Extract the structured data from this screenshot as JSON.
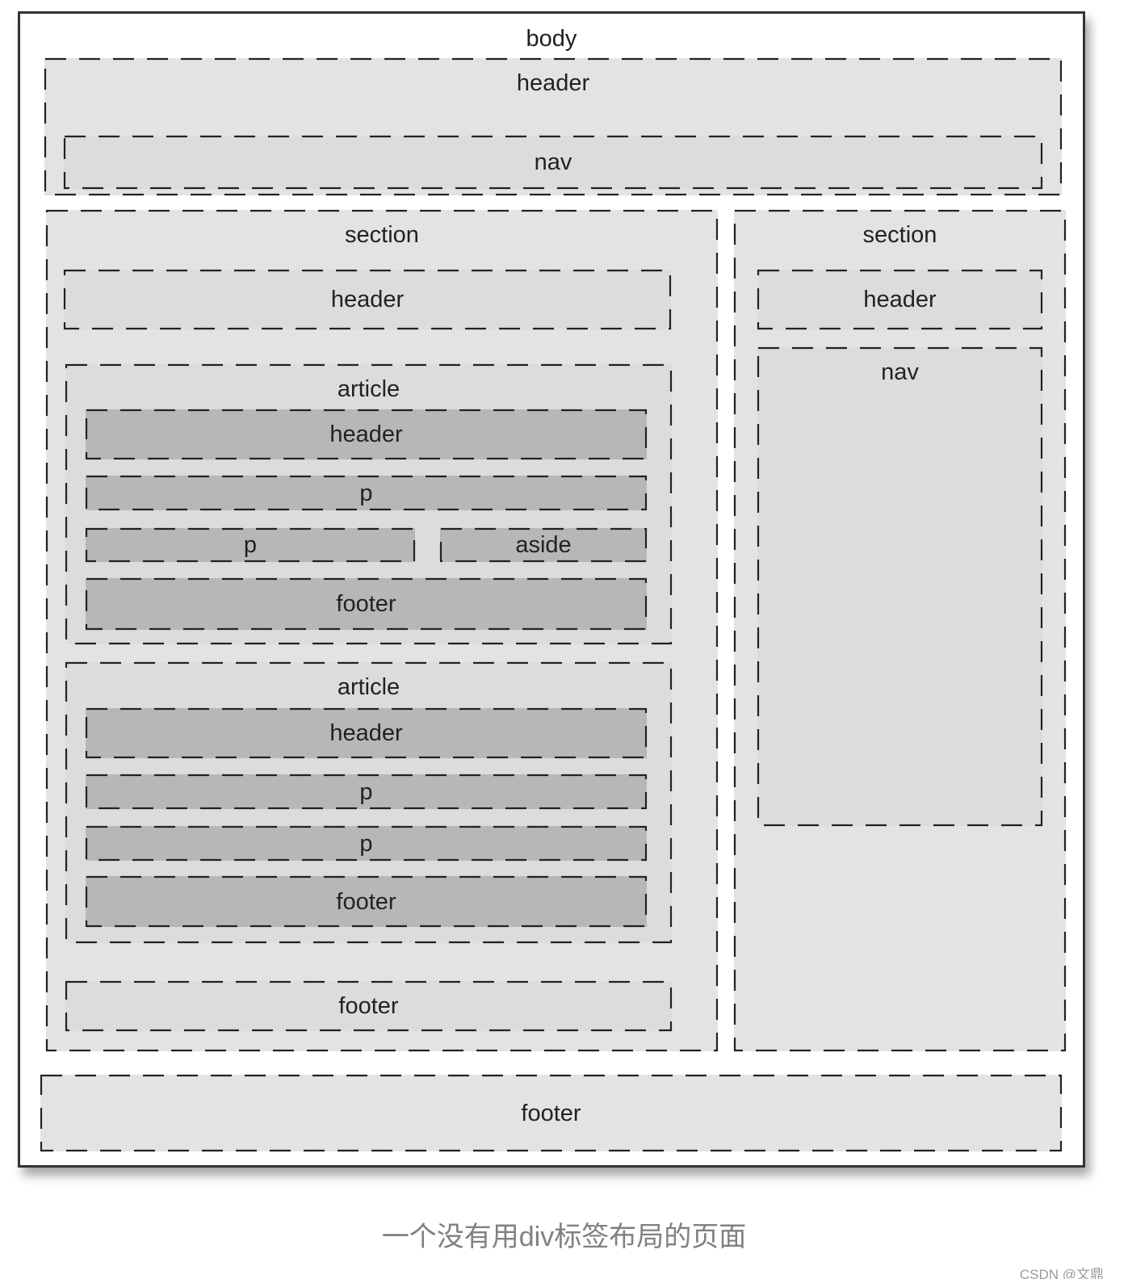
{
  "diagram": {
    "body": {
      "label": "body"
    },
    "header": {
      "label": "header",
      "nav": {
        "label": "nav"
      }
    },
    "main_section": {
      "label": "section",
      "header": {
        "label": "header"
      },
      "article1": {
        "label": "article",
        "header": {
          "label": "header"
        },
        "p1": {
          "label": "p"
        },
        "p2": {
          "label": "p"
        },
        "aside": {
          "label": "aside"
        },
        "footer": {
          "label": "footer"
        }
      },
      "article2": {
        "label": "article",
        "header": {
          "label": "header"
        },
        "p1": {
          "label": "p"
        },
        "p2": {
          "label": "p"
        },
        "footer": {
          "label": "footer"
        }
      },
      "footer": {
        "label": "footer"
      }
    },
    "side_section": {
      "label": "section",
      "header": {
        "label": "header"
      },
      "nav": {
        "label": "nav"
      }
    },
    "footer": {
      "label": "footer"
    }
  },
  "caption": "一个没有用div标签布局的页面",
  "watermark": "CSDN @文鼎"
}
